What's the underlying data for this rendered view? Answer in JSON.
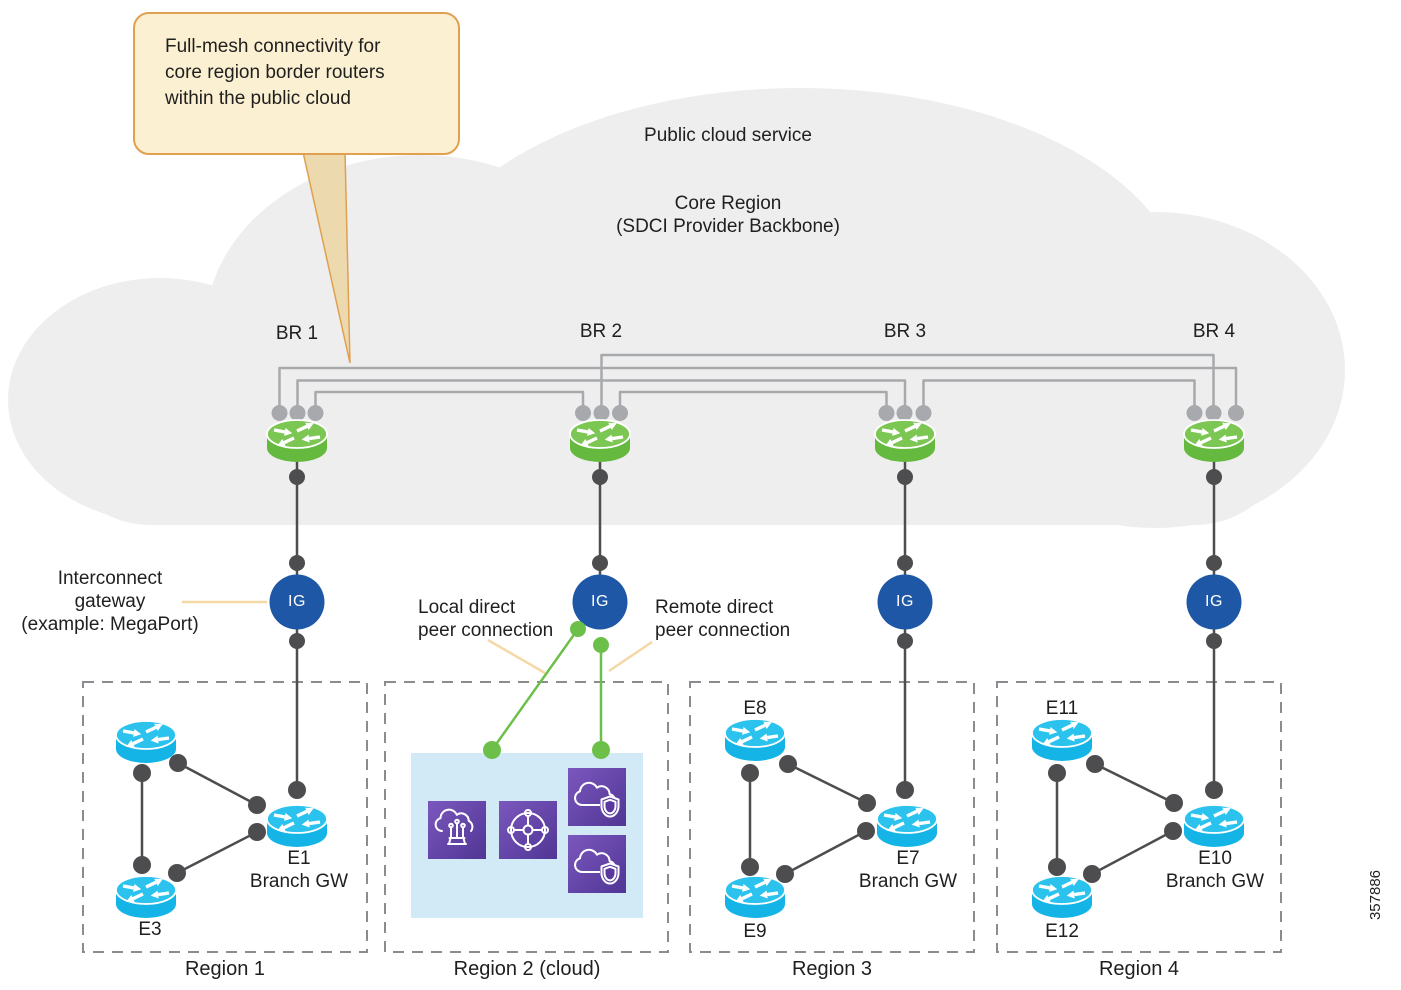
{
  "figure_number": "357886",
  "callout": {
    "lines": [
      "Full-mesh connectivity for",
      "core region border routers",
      "within the public cloud"
    ]
  },
  "cloud": {
    "service_label": "Public cloud service",
    "region_line1": "Core Region",
    "region_line2": "(SDCI Provider Backbone)"
  },
  "border_routers": [
    {
      "label": "BR 1"
    },
    {
      "label": "BR 2"
    },
    {
      "label": "BR 3"
    },
    {
      "label": "BR 4"
    }
  ],
  "gateways": {
    "badge": "IG",
    "annotation": [
      "Interconnect",
      "gateway",
      "(example: MegaPort)"
    ]
  },
  "peer_connections": {
    "local": [
      "Local direct",
      "peer connection"
    ],
    "remote": [
      "Remote direct",
      "peer connection"
    ]
  },
  "regions": [
    {
      "name": "Region 1",
      "routers": {
        "gw": "E1",
        "gw_sub": "Branch GW",
        "bottom": "E3"
      }
    },
    {
      "name": "Region 2 (cloud)",
      "icons": [
        "cloud-fiber-icon",
        "transit-gateway-icon",
        "cloud-shield-icon",
        "cloud-shield-icon"
      ]
    },
    {
      "name": "Region 3",
      "routers": {
        "top": "E8",
        "bottom": "E9",
        "gw": "E7",
        "gw_sub": "Branch GW"
      }
    },
    {
      "name": "Region 4",
      "routers": {
        "top": "E11",
        "bottom": "E12",
        "gw": "E10",
        "gw_sub": "Branch GW"
      }
    }
  ],
  "colors": {
    "cloud_fill": "#EEEEEF",
    "callout_bg": "#FCF0D2",
    "callout_border": "#DFA050",
    "callout_tail": "#EDD9AE",
    "mesh_gray": "#A7A9AC",
    "link_dark": "#4D4D4F",
    "router_green": "#66B93F",
    "router_cyan": "#14B5E6",
    "ig_blue": "#1E57A6",
    "green_connection": "#6CC04A",
    "tan_leader": "#F4D9A6",
    "region2_box": "#D2EAF6",
    "icon_purple": "#503695",
    "dashed_border": "#8A8C8F"
  }
}
